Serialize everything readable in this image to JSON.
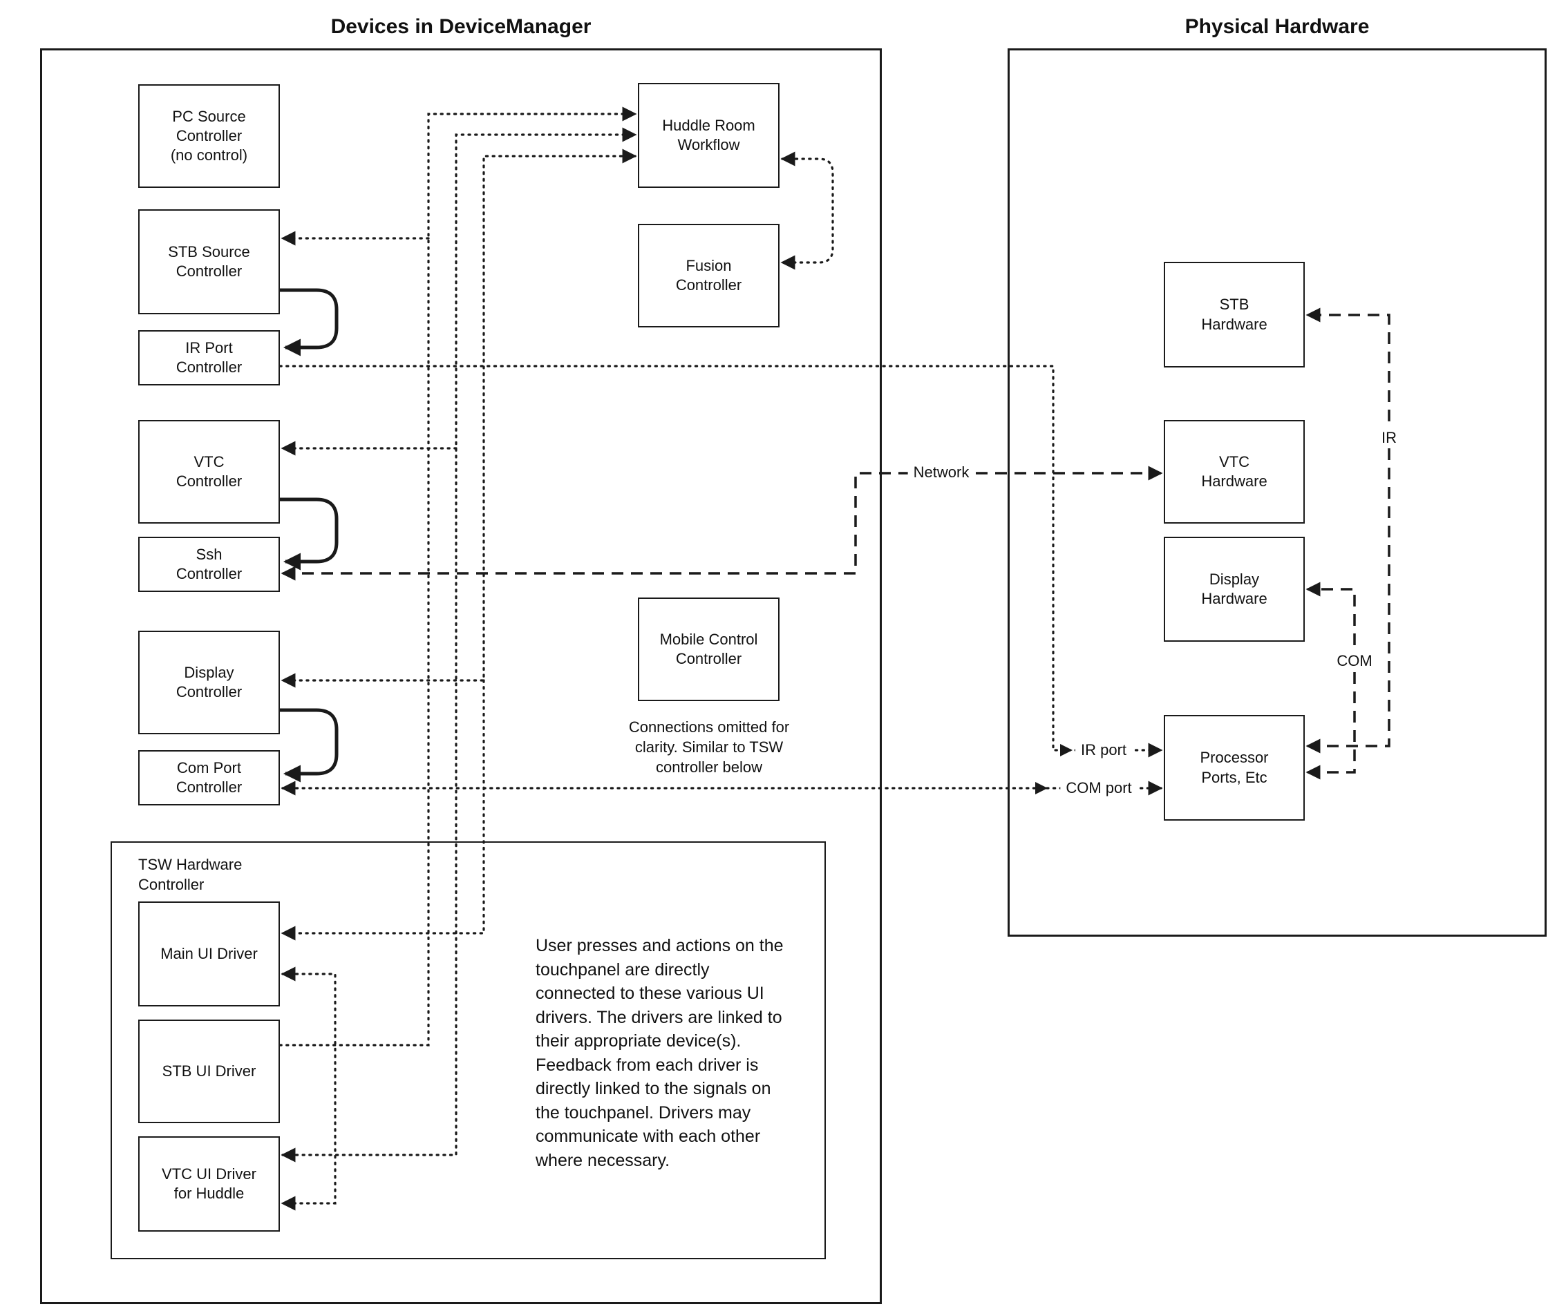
{
  "diagram": {
    "left_section": {
      "title": "Devices in DeviceManager",
      "boxes": {
        "pc_source": "PC Source\nController\n(no control)",
        "stb_source": "STB Source\nController",
        "ir_port": "IR Port\nController",
        "vtc": "VTC\nController",
        "ssh": "Ssh\nController",
        "display": "Display\nController",
        "com_port": "Com Port\nController",
        "huddle": "Huddle Room\nWorkflow",
        "fusion": "Fusion\nController",
        "mobile": "Mobile Control\nController"
      },
      "mobile_caption": "Connections omitted for\nclarity. Similar to TSW\ncontroller below",
      "tsw": {
        "label": "TSW Hardware\nController",
        "boxes": {
          "main_ui": "Main UI Driver",
          "stb_ui": "STB UI Driver",
          "vtc_ui": "VTC UI Driver\nfor Huddle"
        },
        "note": "User presses and actions on the touchpanel are directly connected to these various UI drivers.  The drivers are linked to their appropriate device(s). Feedback from each driver is directly linked to the signals on the touchpanel. Drivers may communicate with each other where necessary."
      }
    },
    "right_section": {
      "title": "Physical Hardware",
      "boxes": {
        "stb_hw": "STB\nHardware",
        "vtc_hw": "VTC\nHardware",
        "display_hw": "Display\nHardware",
        "processor": "Processor\nPorts, Etc"
      }
    },
    "line_labels": {
      "network": "Network",
      "ir": "IR",
      "com": "COM",
      "ir_port": "IR port",
      "com_port": "COM port"
    },
    "colors": {
      "line": "#1a1a1a",
      "background": "#ffffff"
    }
  }
}
